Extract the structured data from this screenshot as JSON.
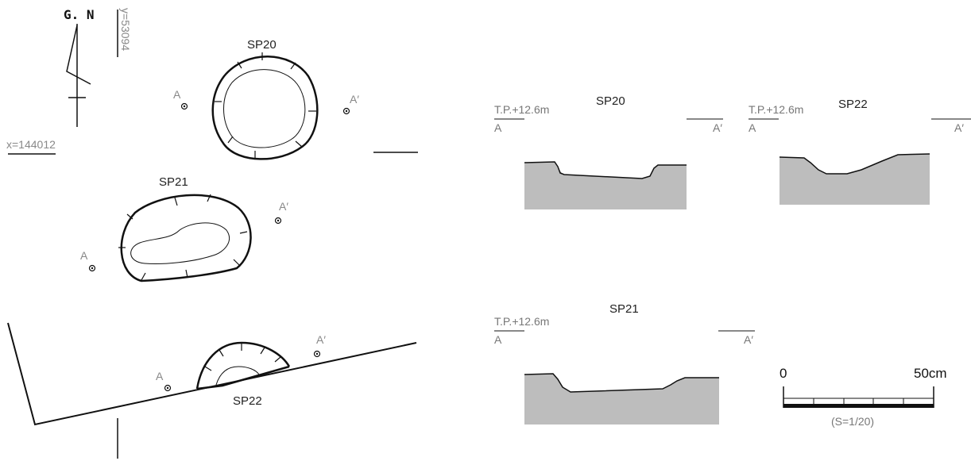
{
  "plan": {
    "north_label": "G. N",
    "grid_y_label": "y=53094",
    "grid_x_label": "x=144012",
    "point_a": "A",
    "point_a_prime": "A′"
  },
  "pits": [
    {
      "name": "SP20"
    },
    {
      "name": "SP21"
    },
    {
      "name": "SP22"
    }
  ],
  "sections": [
    {
      "name": "SP20",
      "level": "T.P.+12.6m",
      "left": "A",
      "right": "A′"
    },
    {
      "name": "SP22",
      "level": "T.P.+12.6m",
      "left": "A",
      "right": "A′"
    },
    {
      "name": "SP21",
      "level": "T.P.+12.6m",
      "left": "A",
      "right": "A′"
    }
  ],
  "scale": {
    "start": "0",
    "end": "50cm",
    "ratio": "(S=1/20)"
  },
  "colors": {
    "fill": "#bdbdbd",
    "line": "#111111"
  }
}
